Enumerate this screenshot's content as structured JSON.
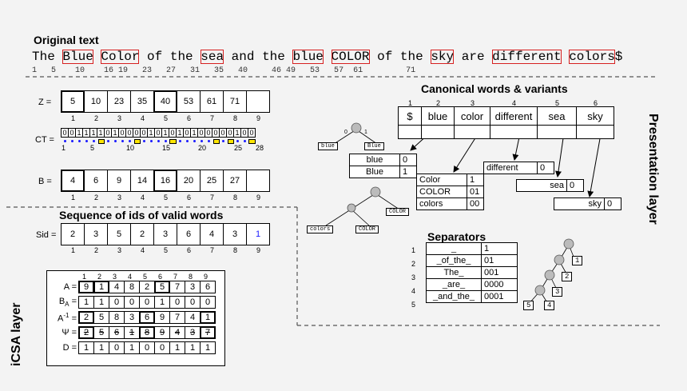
{
  "original_text": {
    "title": "Original text",
    "tokens": [
      {
        "t": "The ",
        "box": false
      },
      {
        "t": "Blue",
        "box": true
      },
      {
        "t": " ",
        "box": false
      },
      {
        "t": "Color",
        "box": true
      },
      {
        "t": " of the ",
        "box": false
      },
      {
        "t": "sea",
        "box": true
      },
      {
        "t": " and the ",
        "box": false
      },
      {
        "t": "blue",
        "box": true
      },
      {
        "t": " ",
        "box": false
      },
      {
        "t": "COLOR",
        "box": true
      },
      {
        "t": " of the ",
        "box": false
      },
      {
        "t": "sky",
        "box": true
      },
      {
        "t": " are ",
        "box": false
      },
      {
        "t": "different",
        "box": true
      },
      {
        "t": " ",
        "box": false
      },
      {
        "t": "colors",
        "box": true
      },
      {
        "t": "$",
        "box": false
      }
    ],
    "positions": "1   5    10    16 19   23   27   31   35   40     46 49   53   57  61         71"
  },
  "z": {
    "label": "Z =",
    "values": [
      "5",
      "10",
      "23",
      "35",
      "40",
      "53",
      "61",
      "71",
      ""
    ],
    "bold": [
      1,
      5
    ],
    "idx": [
      "1",
      "2",
      "3",
      "4",
      "5",
      "6",
      "7",
      "8",
      "9"
    ]
  },
  "ct": {
    "label": "CT =",
    "bits": [
      "0",
      "0",
      "1",
      "1",
      "1",
      "1",
      "0",
      "1",
      "0",
      "0",
      "0",
      "0",
      "1",
      "0",
      "1",
      "0",
      "1",
      "0",
      "1",
      "0",
      "0",
      "0",
      "0",
      "0",
      "1",
      "0",
      "0"
    ],
    "ticks": [
      "1",
      "5",
      "10",
      "15",
      "20",
      "25",
      "28"
    ]
  },
  "b": {
    "label": "B =",
    "values": [
      "4",
      "6",
      "9",
      "14",
      "16",
      "20",
      "25",
      "27",
      ""
    ],
    "bold": [
      1,
      5
    ],
    "idx": [
      "1",
      "2",
      "3",
      "4",
      "5",
      "6",
      "7",
      "8",
      "9"
    ]
  },
  "sid": {
    "title": "Sequence of ids of valid words",
    "label": "Sid =",
    "values": [
      "2",
      "3",
      "5",
      "2",
      "3",
      "6",
      "4",
      "3",
      "1"
    ],
    "idx": [
      "1",
      "2",
      "3",
      "4",
      "5",
      "6",
      "7",
      "8",
      "9"
    ]
  },
  "canonical": {
    "title": "Canonical words & variants",
    "idx": [
      "1",
      "2",
      "3",
      "4",
      "5",
      "6"
    ],
    "words": [
      "$",
      "blue",
      "color",
      "different",
      "sea",
      "sky"
    ]
  },
  "variants": {
    "blue": [
      [
        "blue",
        "0"
      ],
      [
        "Blue",
        "1"
      ]
    ],
    "color": [
      [
        "Color",
        "1"
      ],
      [
        "COLOR",
        "01"
      ],
      [
        "colors",
        "00"
      ]
    ],
    "different": [
      [
        "different",
        "0"
      ]
    ],
    "sea": [
      [
        "sea",
        "0"
      ]
    ],
    "sky": [
      [
        "sky",
        "0"
      ]
    ]
  },
  "tree_labels": {
    "blue1": "blue",
    "blue2": "Blue",
    "color1": "COLOR",
    "color2": "colors",
    "color3": "COLOR",
    "bit0": "0",
    "bit1": "1"
  },
  "separators": {
    "title": "Separators",
    "idx": [
      "1",
      "2",
      "3",
      "4",
      "5"
    ],
    "values": [
      "_",
      "_of_the_",
      "The_",
      "_are_",
      "_and_the_"
    ],
    "codes": [
      "1",
      "01",
      "001",
      "0000",
      "0001"
    ]
  },
  "sep_tree_leaves": [
    "1",
    "2",
    "3",
    "5",
    "4"
  ],
  "icsa": {
    "layer_label": "iCSA layer",
    "idx": [
      "1",
      "2",
      "3",
      "4",
      "5",
      "6",
      "7",
      "8",
      "9"
    ],
    "rows": [
      {
        "label": "A =",
        "values": [
          "9",
          "1",
          "4",
          "8",
          "2",
          "5",
          "7",
          "3",
          "6"
        ],
        "bold": [
          1,
          2,
          6
        ]
      },
      {
        "label": "B",
        "sub": "A",
        "suffix": " =",
        "values": [
          "1",
          "1",
          "0",
          "0",
          "0",
          "1",
          "0",
          "0",
          "0"
        ],
        "bold": []
      },
      {
        "label": "A",
        "sup": "-1",
        "suffix": " =",
        "values": [
          "2",
          "5",
          "8",
          "3",
          "6",
          "9",
          "7",
          "4",
          "1"
        ],
        "bold": [
          1,
          5,
          9
        ]
      },
      {
        "label": "Ψ =",
        "values": [
          "2",
          "5",
          "6",
          "1",
          "8",
          "9",
          "4",
          "3",
          "7"
        ],
        "bold": [
          1,
          5,
          9
        ],
        "strike": true
      },
      {
        "label": "D =",
        "values": [
          "1",
          "1",
          "0",
          "1",
          "0",
          "0",
          "1",
          "1",
          "1"
        ],
        "bold": []
      }
    ]
  },
  "presentation_layer_label": "Presentation layer"
}
